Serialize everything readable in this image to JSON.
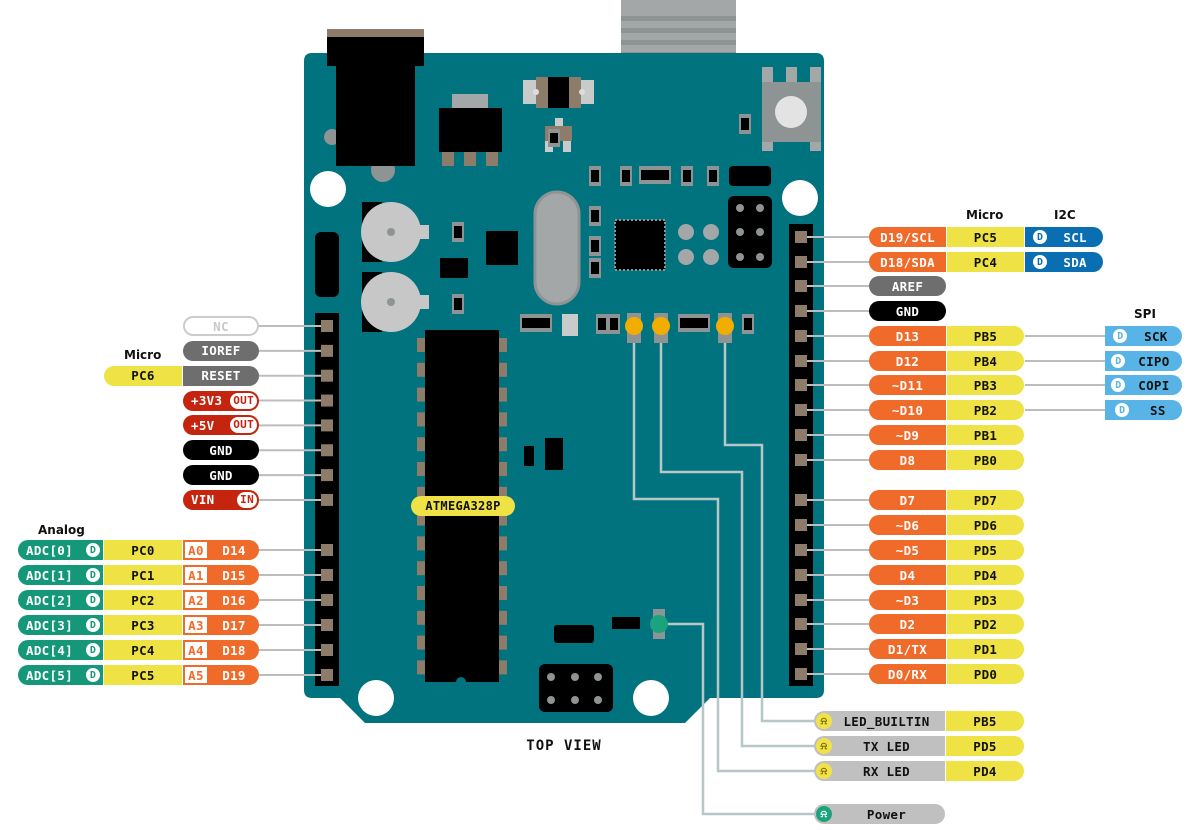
{
  "title": "TOP VIEW",
  "chip_label": "ATMEGA328P",
  "colors": {
    "board": "#00737E",
    "digital": "#F06A2A",
    "micro": "#EEE244",
    "power": "#C5240E",
    "gnd": "#000000",
    "grey": "#6E6E6E",
    "analog": "#159779",
    "i2c": "#0A6FB2",
    "spi": "#58B4E6",
    "led_label": "#C0C0C0",
    "led_yellow": "#F2AE00",
    "led_green": "#1BA37E",
    "nc_outline": "#CCCCCC"
  },
  "left_headers": {
    "micro_header": "Micro",
    "analog_header": "Analog",
    "power_pins": [
      {
        "label": "NC",
        "style": "nc"
      },
      {
        "label": "IOREF",
        "style": "grey"
      },
      {
        "label": "RESET",
        "style": "grey",
        "micro": "PC6"
      },
      {
        "label": "+3V3",
        "style": "power",
        "tag": "OUT"
      },
      {
        "label": "+5V",
        "style": "power",
        "tag": "OUT"
      },
      {
        "label": "GND",
        "style": "gnd"
      },
      {
        "label": "GND",
        "style": "gnd"
      },
      {
        "label": "VIN",
        "style": "power",
        "tag": "IN"
      }
    ],
    "analog_pins": [
      {
        "adc": "ADC[0]",
        "badge": "D",
        "micro": "PC0",
        "analog": "A0",
        "digital": "D14"
      },
      {
        "adc": "ADC[1]",
        "badge": "D",
        "micro": "PC1",
        "analog": "A1",
        "digital": "D15"
      },
      {
        "adc": "ADC[2]",
        "badge": "D",
        "micro": "PC2",
        "analog": "A2",
        "digital": "D16"
      },
      {
        "adc": "ADC[3]",
        "badge": "D",
        "micro": "PC3",
        "analog": "A3",
        "digital": "D17"
      },
      {
        "adc": "ADC[4]",
        "badge": "D",
        "micro": "PC4",
        "analog": "A4",
        "digital": "D18"
      },
      {
        "adc": "ADC[5]",
        "badge": "D",
        "micro": "PC5",
        "analog": "A5",
        "digital": "D19"
      }
    ]
  },
  "right_headers": {
    "micro_header": "Micro",
    "i2c_header": "I2C",
    "spi_header": "SPI",
    "pins": [
      {
        "label": "D19/SCL",
        "style": "digital",
        "micro": "PC5",
        "i2c": "SCL",
        "badge": "D"
      },
      {
        "label": "D18/SDA",
        "style": "digital",
        "micro": "PC4",
        "i2c": "SDA",
        "badge": "D"
      },
      {
        "label": "AREF",
        "style": "grey"
      },
      {
        "label": "GND",
        "style": "gnd"
      },
      {
        "label": "D13",
        "style": "digital",
        "micro": "PB5",
        "spi": "SCK",
        "badge": "D"
      },
      {
        "label": "D12",
        "style": "digital",
        "micro": "PB4",
        "spi": "CIPO",
        "badge": "D"
      },
      {
        "label": "~D11",
        "style": "digital",
        "micro": "PB3",
        "spi": "COPI",
        "badge": "D"
      },
      {
        "label": "~D10",
        "style": "digital",
        "micro": "PB2",
        "spi": "SS",
        "badge": "D"
      },
      {
        "label": "~D9",
        "style": "digital",
        "micro": "PB1"
      },
      {
        "label": "D8",
        "style": "digital",
        "micro": "PB0"
      },
      {
        "label": "D7",
        "style": "digital",
        "micro": "PD7"
      },
      {
        "label": "~D6",
        "style": "digital",
        "micro": "PD6"
      },
      {
        "label": "~D5",
        "style": "digital",
        "micro": "PD5"
      },
      {
        "label": "D4",
        "style": "digital",
        "micro": "PD4"
      },
      {
        "label": "~D3",
        "style": "digital",
        "micro": "PD3"
      },
      {
        "label": "D2",
        "style": "digital",
        "micro": "PD2"
      },
      {
        "label": "D1/TX",
        "style": "digital",
        "micro": "PD1"
      },
      {
        "label": "D0/RX",
        "style": "digital",
        "micro": "PD0"
      }
    ]
  },
  "leds": [
    {
      "label": "LED_BUILTIN",
      "micro": "PB5",
      "color": "yellow",
      "icon": "led-icon"
    },
    {
      "label": "TX LED",
      "micro": "PD5",
      "color": "yellow",
      "icon": "led-icon"
    },
    {
      "label": "RX LED",
      "micro": "PD4",
      "color": "yellow",
      "icon": "led-icon"
    },
    {
      "label": "Power",
      "color": "green",
      "icon": "led-icon"
    }
  ]
}
